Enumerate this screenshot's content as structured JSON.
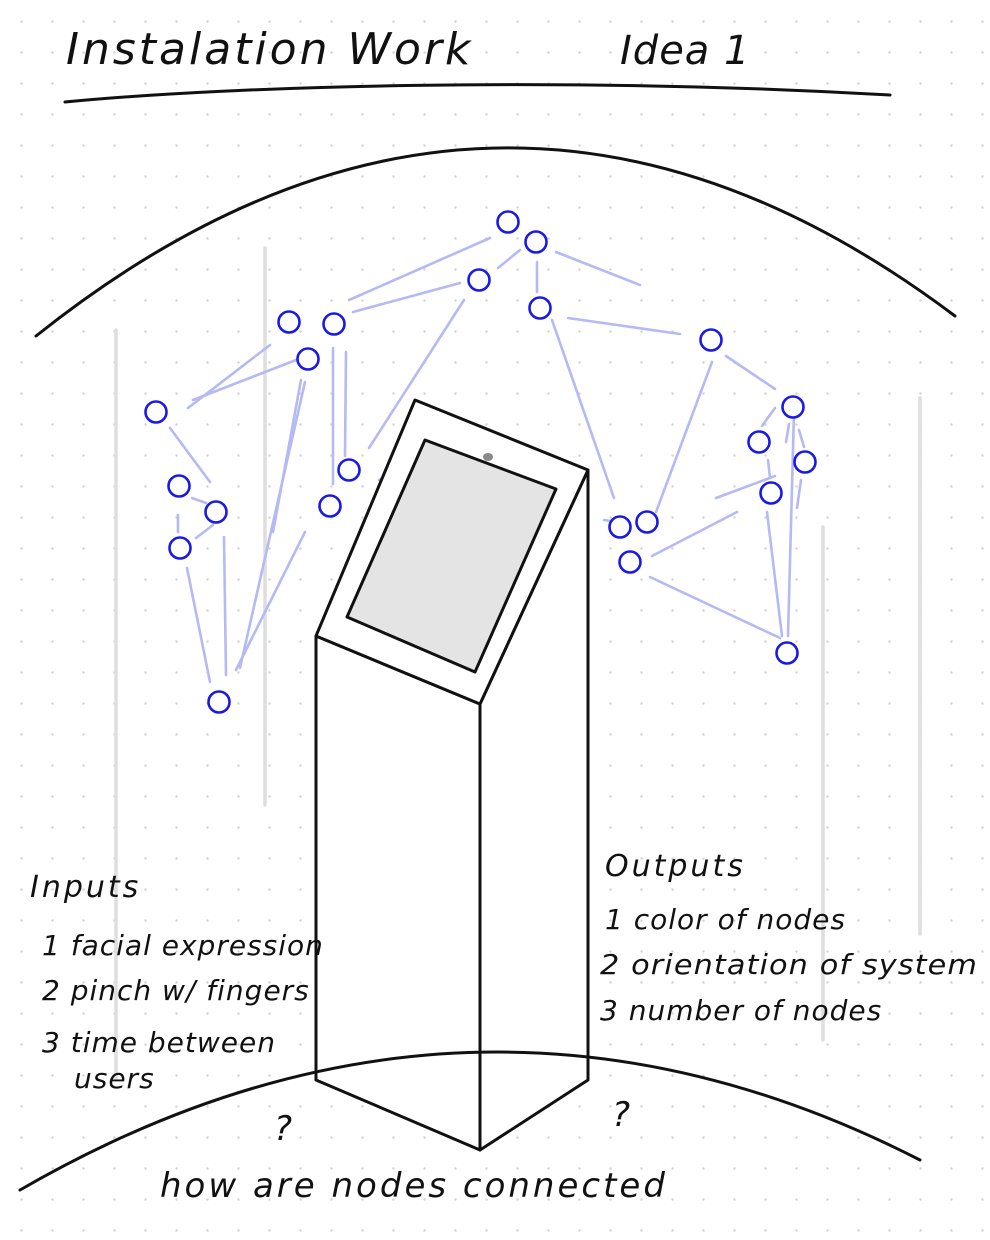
{
  "title": "Instalation Work",
  "subtitle": "Idea 1",
  "inputs": {
    "heading": "Inputs",
    "items": [
      "1 facial expression",
      "2 pinch w/ fingers",
      "3 time between",
      "users"
    ]
  },
  "outputs": {
    "heading": "Outputs",
    "items": [
      "1 color of nodes",
      "2 orientation of system",
      "3 number of nodes"
    ]
  },
  "question_mark": "?",
  "bottom_caption": "how are nodes connected",
  "colors": {
    "node_stroke": "#1a1ae6",
    "edge": "#b5b9f4",
    "ink": "#111111",
    "screen_fill": "#e4e4e4"
  },
  "icons": [
    "kiosk-icon",
    "camera-icon",
    "question-mark-icon"
  ]
}
